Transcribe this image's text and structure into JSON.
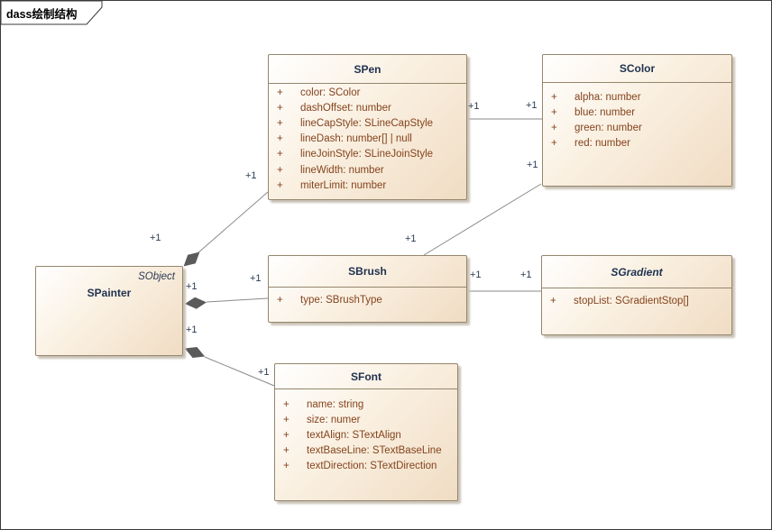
{
  "frame": {
    "label": "dass绘制结构"
  },
  "classes": [
    {
      "name": "SPainter",
      "stereotype": "SObject",
      "attributes": []
    },
    {
      "name": "SPen",
      "attributes": [
        {
          "vis": "+",
          "text": "color: SColor"
        },
        {
          "vis": "+",
          "text": "dashOffset: number"
        },
        {
          "vis": "+",
          "text": "lineCapStyle: SLineCapStyle"
        },
        {
          "vis": "+",
          "text": "lineDash: number[] | null"
        },
        {
          "vis": "+",
          "text": "lineJoinStyle: SLineJoinStyle"
        },
        {
          "vis": "+",
          "text": "lineWidth: number"
        },
        {
          "vis": "+",
          "text": "miterLimit: number"
        }
      ]
    },
    {
      "name": "SColor",
      "attributes": [
        {
          "vis": "+",
          "text": "alpha: number"
        },
        {
          "vis": "+",
          "text": "blue: number"
        },
        {
          "vis": "+",
          "text": "green: number"
        },
        {
          "vis": "+",
          "text": "red: number"
        }
      ]
    },
    {
      "name": "SBrush",
      "attributes": [
        {
          "vis": "+",
          "text": "type: SBrushType"
        }
      ]
    },
    {
      "name": "SGradient",
      "abstract": true,
      "attributes": [
        {
          "vis": "+",
          "text": "stopList: SGradientStop[]"
        }
      ]
    },
    {
      "name": "SFont",
      "attributes": [
        {
          "vis": "+",
          "text": "name: string"
        },
        {
          "vis": "+",
          "text": "size: numer"
        },
        {
          "vis": "+",
          "text": "textAlign: STextAlign"
        },
        {
          "vis": "+",
          "text": "textBaseLine: STextBaseLine"
        },
        {
          "vis": "+",
          "text": "textDirection: STextDirection"
        }
      ]
    }
  ],
  "connectors": [
    {
      "from": "SPainter",
      "to": "SPen",
      "type": "composition",
      "source_label": "+1",
      "target_label": "+1"
    },
    {
      "from": "SPainter",
      "to": "SBrush",
      "type": "composition",
      "source_label": "+1",
      "target_label": "+1"
    },
    {
      "from": "SPainter",
      "to": "SFont",
      "type": "composition",
      "source_label": "+1",
      "target_label": "+1"
    },
    {
      "from": "SPen",
      "to": "SColor",
      "type": "association",
      "source_label": "+1",
      "target_label": "+1"
    },
    {
      "from": "SBrush",
      "to": "SColor",
      "type": "association",
      "source_label": "+1",
      "target_label": "+1"
    },
    {
      "from": "SBrush",
      "to": "SGradient",
      "type": "association",
      "source_label": "+1",
      "target_label": "+1"
    }
  ],
  "colors": {
    "box_fill_light": "#ffffff",
    "box_fill_dark": "#f0dcc3",
    "box_border": "#95866d",
    "title_text": "#1f3150",
    "attribute_text": "#84431d",
    "connector_line": "#8a8a8a",
    "diamond_fill": "#5a5a5a",
    "multiplicity_text": "#2b3a52"
  }
}
